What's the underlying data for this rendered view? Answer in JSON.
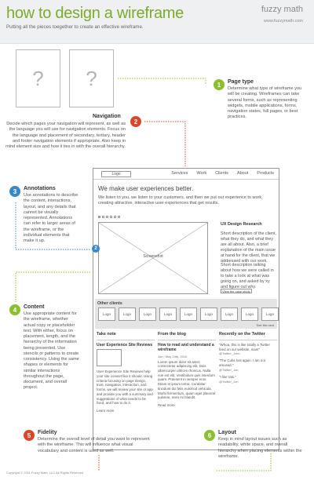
{
  "header": {
    "title": "how to design a wireframe",
    "subtitle": "Putting all the pieces toegether to create an effective wireframe.",
    "brand": "fuzzy math",
    "brand_url": "www.fuzzymath.com"
  },
  "placeholders": {
    "glyph": "?"
  },
  "annotations": [
    {
      "num": "1",
      "title": "Page type",
      "text": "Determine what type of wireframe you will be creating. Wireframes can take several forms, such as representing widgets, mobile applications, forms, navigation states, full pages, or best practices.",
      "color": "#8cbf2f"
    },
    {
      "num": "2",
      "title": "Navigation",
      "text": "Decide which pages your navigation will represent, as well as the language you will use for navigation elements. Focus on the language and placement of secondary, tertiary, header and footer navigation elements if appropriate. Also keep in mind element size and how it ties in with the overall hierarchy.",
      "color": "#d9472b"
    },
    {
      "num": "3",
      "title": "Annotations",
      "text": "Use annotations to describe the content, interactions, layout, and any details that cannot be visually represented. Annotations can refer to larger areas of the wireframe, or the individual elements that make it up.",
      "color": "#3a87c7"
    },
    {
      "num": "4",
      "title": "Content",
      "text": "Use appropriate content for the wireframe, whether actual copy or placeholder text. With either, focus on placement, length, and the hierarchy of the information being presented. Use stencils or patterns to create consistency. Using the same shapes or elements for similar interactions throughout the page, document, and overall project.",
      "color": "#8cbf2f"
    },
    {
      "num": "5",
      "title": "Fidelity",
      "text": "Determine the overall level of detail you want to represent with the wireframe. This will influence what visual vocabulary and content is used as well.",
      "color": "#d9472b"
    },
    {
      "num": "6",
      "title": "Layout",
      "text": "Keep in mind layout issues such as readability, white space, and overall hierarchy when placing elements within the wireframe.",
      "color": "#8cbf2f"
    }
  ],
  "wireframe": {
    "marker": "2",
    "logo": "Logo",
    "nav": [
      "Services",
      "Work",
      "Clients",
      "About",
      "Products"
    ],
    "headline": "We make user experiences better.",
    "intro": "We listen to you, we listen to your customers, and then we put our experience to work, creating attractive, interactive user experiences that get results.",
    "screenshot_label": "Screenshot",
    "right_title": "UX Design Research",
    "right_p1": "Short description of the client, what they do, and what they are all about. Also, a brief explanation of the main issue at hand for the client, that we addressed with our work.",
    "right_p2": "Short description talking about how we were called in to take a look at what was going on, and asked by xy and figure out why.",
    "case_button": "View the case study",
    "others_title": "Other clients",
    "logos": [
      "Logo",
      "Logo",
      "Logo",
      "Logo",
      "Logo",
      "Logo",
      "Logo",
      "Logo",
      "Logo"
    ],
    "see_next": "See the next",
    "col1": {
      "heading": "Take note",
      "subhead": "User Experience Site Reviews",
      "text": "User Experience Site Reviews help your site convert like it should. Using criteria focusing on page design, trust, navigation, interaction, and forms, we will review your site or app and provide you with a summary and suggestions of what needs to be fixed, and how to do it.",
      "link": "Learn more"
    },
    "col2": {
      "heading": "From the blog",
      "subhead": "How to read and understand a wireframe",
      "date": "Joe | May 24th, 2010",
      "text": "Lorem ipsum dolor sit amet, consectetur adipiscing elit. Duis ullamcorper ultrices rhoncus. Nulla non est elit. Vestibulum quis interdum quam. Praesent in semper eros. Etiam et ipsum tortor. Curabitur tincidunt dui felis euismod vehicula. Morbi fermentum, quam eget placerat pulvinar, enim mi blandit.",
      "link": "Read more"
    },
    "col3": {
      "heading": "Recently on the Twitter",
      "tweets": [
        {
          "text": "\"Whoa, this is like totally a Twitter feed on our website, man!\"",
          "handle": "@Twitter_John"
        },
        {
          "text": "\"The Cubs lost again. I am not amused.\"",
          "handle": "@Twitter_Jon"
        },
        {
          "text": "\"I like rats.\"",
          "handle": "@Twitter_Jon"
        }
      ]
    }
  },
  "footer": "Copyright © 2011 Fuzzy Math, LLC All Rights Reserved"
}
